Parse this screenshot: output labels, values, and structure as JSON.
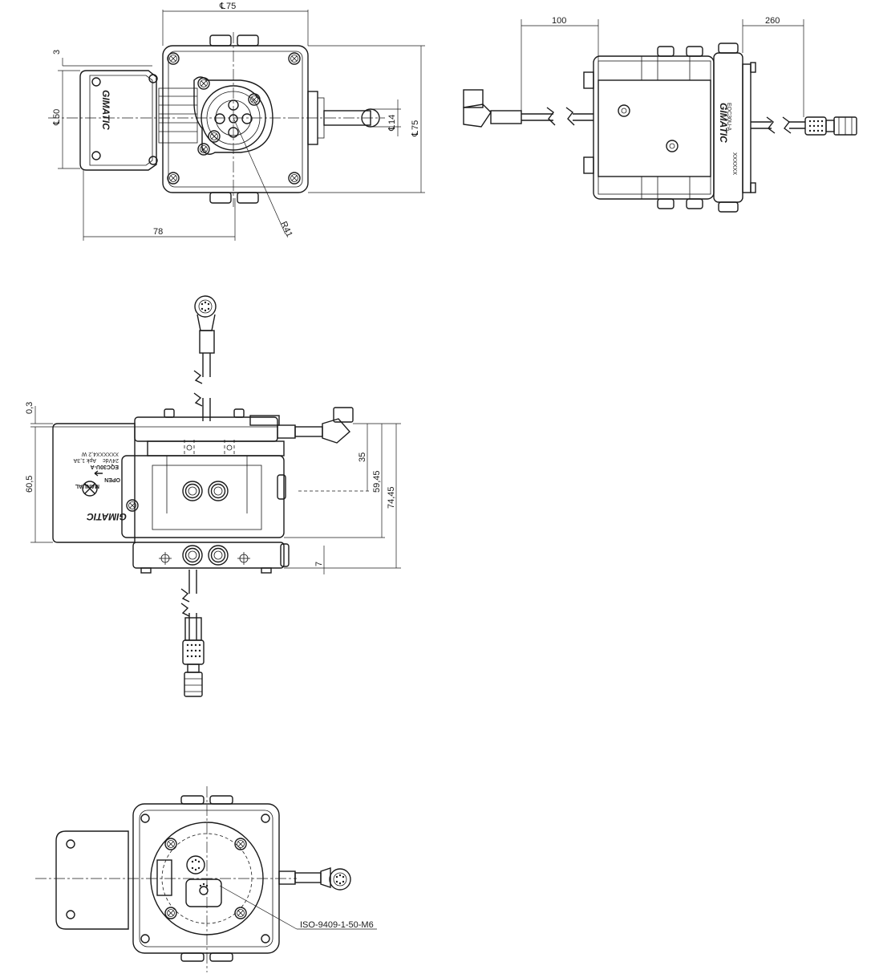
{
  "top_view": {
    "dim_width": "75",
    "dim_height": "75",
    "dim_pitch": "50",
    "dim_left_offset": "3",
    "dim_pin": "14",
    "dim_radius": "R41",
    "dim_length": "78",
    "brand": "GIMATIC"
  },
  "side_view": {
    "dim_cable_left": "100",
    "dim_cable_right": "260",
    "brand": "GIMATIC",
    "model": "EQC30U-A",
    "serial": "XXXXXX"
  },
  "front_view": {
    "dim_top": "0,3",
    "dim_body": "60,5",
    "dim_port": "35",
    "dim_mid": "59,45",
    "dim_total": "74,45",
    "dim_plate": "7",
    "brand": "GIMATIC",
    "manual_label": "MANUAL",
    "open_label": "OPEN",
    "model": "EQC30U-A",
    "voltage": "24Vdc",
    "current": "Apk 1,3A",
    "power": "4,2 W",
    "serial": "XXXXXX"
  },
  "bottom_view": {
    "flange_note": "ISO-9409-1-50-M6"
  }
}
